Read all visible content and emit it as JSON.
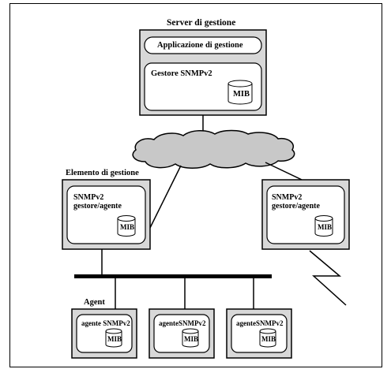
{
  "server": {
    "title": "Server di gestione",
    "app_label": "Applicazione di gestione",
    "manager_label": "Gestore SNMPv2",
    "mib": "MIB"
  },
  "elemento": {
    "title": "Elemento di gestione",
    "label_line1": "SNMPv2",
    "label_line2": "gestore/agente",
    "mib": "MIB"
  },
  "right_node": {
    "label_line1": "SNMPv2",
    "label_line2": "gestore/agente",
    "mib": "MIB"
  },
  "agent_section": {
    "title": "Agent",
    "agents": [
      {
        "label": "agente SNMPv2",
        "mib": "MIB"
      },
      {
        "label": "agenteSNMPv2",
        "mib": "MIB"
      },
      {
        "label": "agenteSNMPv2",
        "mib": "MIB"
      }
    ]
  },
  "colors": {
    "box_fill": "#d8d8d8",
    "inner_fill": "#ffffff",
    "cloud_fill": "#c8c8c8",
    "line": "#000000"
  }
}
